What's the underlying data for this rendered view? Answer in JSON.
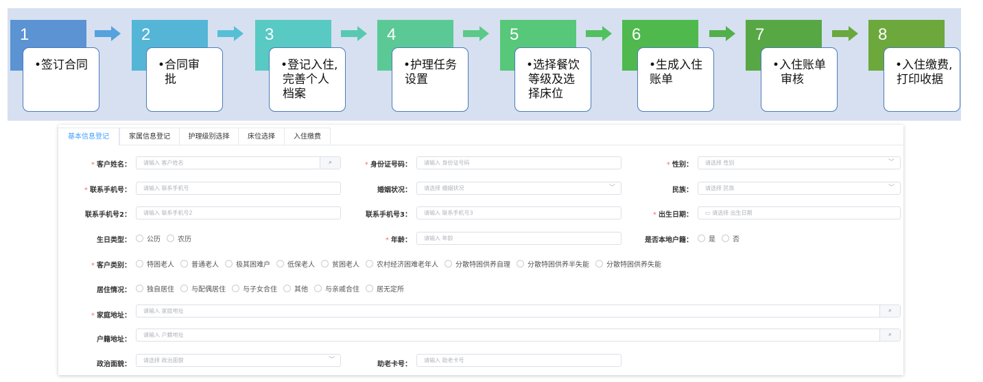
{
  "flow": {
    "steps": [
      {
        "num": "1",
        "line1": "•签订合同",
        "line2": "",
        "line3": ""
      },
      {
        "num": "2",
        "line1": "•合同审",
        "line2": "批",
        "line3": ""
      },
      {
        "num": "3",
        "line1": "•登记入住,",
        "line2": "完善个人",
        "line3": "档案"
      },
      {
        "num": "4",
        "line1": "•护理任务",
        "line2": "设置",
        "line3": ""
      },
      {
        "num": "5",
        "line1": "•选择餐饮",
        "line2": "等级及选",
        "line3": "择床位"
      },
      {
        "num": "6",
        "line1": "•生成入住",
        "line2": "账单",
        "line3": ""
      },
      {
        "num": "7",
        "line1": "•入住账单",
        "line2": "审核",
        "line3": ""
      },
      {
        "num": "8",
        "line1": "•入住缴费,",
        "line2": "打印收据",
        "line3": ""
      }
    ],
    "colors": [
      "#5b93d3",
      "#55b5d6",
      "#58c9c3",
      "#5bc995",
      "#57c77a",
      "#4fb94e",
      "#57a844",
      "#6ca83c"
    ]
  },
  "tabs": [
    "基本信息登记",
    "家属信息登记",
    "护理级别选择",
    "床位选择",
    "入住缴费"
  ],
  "form": {
    "customer_name": {
      "label": "客户姓名：",
      "placeholder": "请输入 客户姓名"
    },
    "id_number": {
      "label": "身份证号码：",
      "placeholder": "请输入 身份证号码"
    },
    "gender": {
      "label": "性别：",
      "placeholder": "请选择 性别"
    },
    "phone": {
      "label": "联系手机号：",
      "placeholder": "请输入 联系手机号"
    },
    "marital": {
      "label": "婚姻状况：",
      "placeholder": "请选择 婚姻状况"
    },
    "ethnicity": {
      "label": "民族：",
      "placeholder": "请选择 民族"
    },
    "phone2": {
      "label": "联系手机号2：",
      "placeholder": "请输入 联系手机号2"
    },
    "phone3": {
      "label": "联系手机号3：",
      "placeholder": "请输入 联系手机号3"
    },
    "birth_date": {
      "label": "出生日期：",
      "placeholder": "请选择 出生日期"
    },
    "birthday_type": {
      "label": "生日类型：",
      "options": [
        "公历",
        "农历"
      ]
    },
    "age": {
      "label": "年龄：",
      "placeholder": "请输入 年龄"
    },
    "local_hukou": {
      "label": "是否本地户籍：",
      "options": [
        "是",
        "否"
      ]
    },
    "customer_category": {
      "label": "客户类别：",
      "options": [
        "特困老人",
        "普通老人",
        "极其困难户",
        "低保老人",
        "贫困老人",
        "农村经济困难老年人",
        "分散特困供养自理",
        "分散特困供养半失能",
        "分散特困供养失能"
      ]
    },
    "living": {
      "label": "居住情况：",
      "options": [
        "独自居住",
        "与配偶居住",
        "与子女合住",
        "其他",
        "与亲戚合住",
        "居无定所"
      ]
    },
    "home_address": {
      "label": "家庭地址：",
      "placeholder": "请输入 家庭地址"
    },
    "hukou_address": {
      "label": "户籍地址：",
      "placeholder": "请输入 户籍地址"
    },
    "political": {
      "label": "政治面貌：",
      "placeholder": "请选择 政治面貌"
    },
    "elder_card": {
      "label": "助老卡号：",
      "placeholder": "请输入 助老卡号"
    }
  }
}
